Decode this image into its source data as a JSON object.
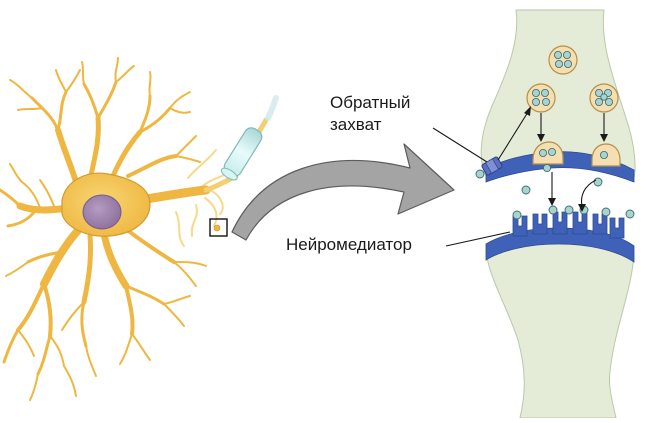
{
  "labels": {
    "reuptake_line1": "Обратный",
    "reuptake_line2": "захват",
    "neurotransmitter": "Нейромедиатор"
  },
  "colors": {
    "neuron_fill": "#f2c24e",
    "neuron_stroke": "#c9912a",
    "nucleus": "#9a7fa8",
    "synapse_fill": "#e3ecd7",
    "membrane": "#3f62b8",
    "vesicle": "#f5dfb0",
    "molecule": "#a8d3cf",
    "arrow_gray": "#9b9b9b"
  },
  "icons": {
    "nucleus": "nucleus-icon",
    "myelin": "myelin-sheath-icon",
    "transporter": "reuptake-transporter-icon"
  }
}
